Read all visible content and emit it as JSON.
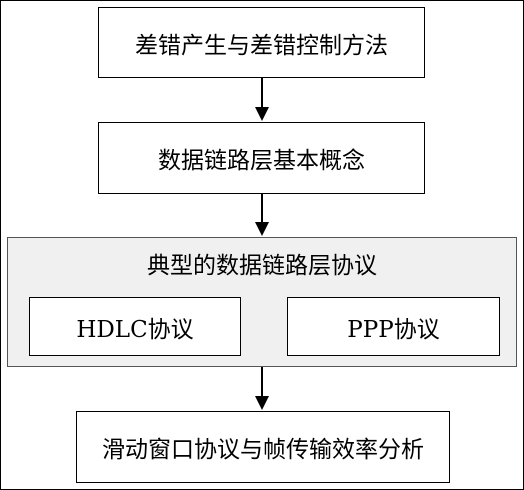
{
  "diagram": {
    "boxes": {
      "b1": "差错产生与差错控制方法",
      "b2": "数据链路层基本概念",
      "b4": "滑动窗口协议与帧传输效率分析"
    },
    "group": {
      "title": "典型的数据链路层协议",
      "left": "HDLC协议",
      "right": "PPP协议"
    }
  }
}
